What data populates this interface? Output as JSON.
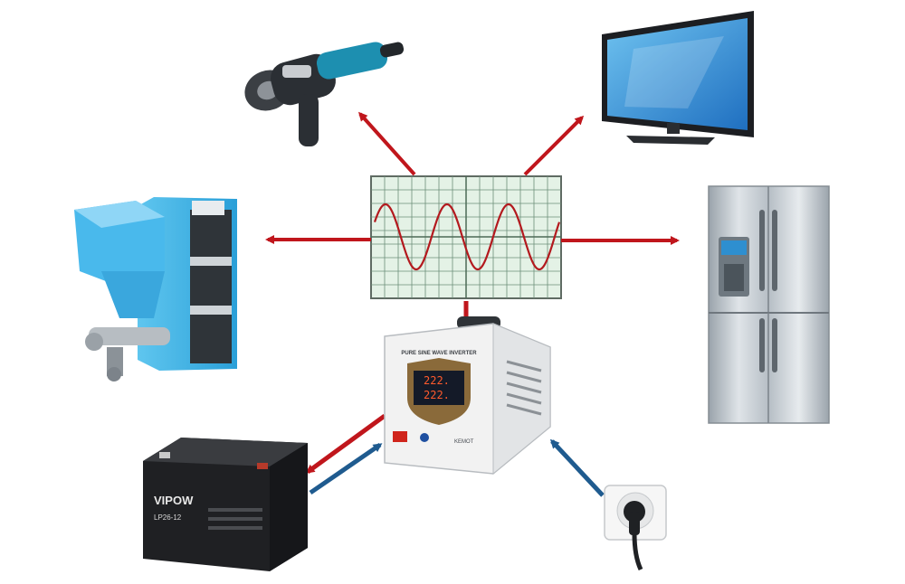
{
  "diagram": {
    "center": {
      "name": "oscilloscope",
      "waveform": "sine"
    },
    "inverter": {
      "panel_title": "PURE SINE WAVE INVERTER",
      "display_top": "222.",
      "display_bottom": "222.",
      "brand": "KEMOT"
    },
    "battery": {
      "brand": "VIPOW",
      "model": "LP26-12"
    },
    "arrows": {
      "output_color": "#c0161c",
      "input_color": "#1f5b8f"
    },
    "loads": [
      "angle-grinder",
      "television",
      "pellet-boiler",
      "refrigerator"
    ]
  }
}
